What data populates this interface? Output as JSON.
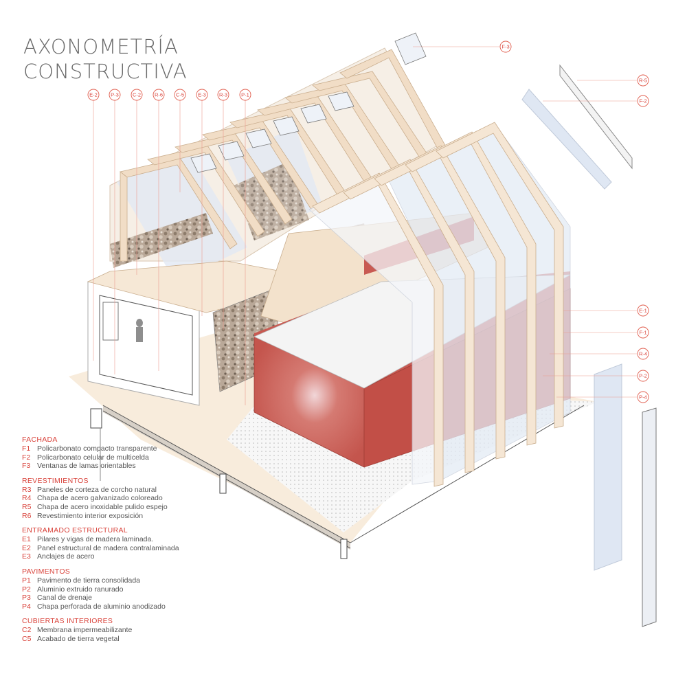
{
  "title": {
    "line1": "AXONOMETRÍA",
    "line2": "CONSTRUCTIVA"
  },
  "colors": {
    "accent": "#d9423a",
    "red_volume": "#c85a52",
    "timber": "#f1ddc6",
    "polycarbonate": "#dfe7f3"
  },
  "top_tags": [
    "E-2",
    "P-3",
    "C-2",
    "R-6",
    "C-5",
    "E-3",
    "R-3",
    "P-1"
  ],
  "right_tags": [
    "F-3",
    "R-5",
    "F-2",
    "E-1",
    "F-1",
    "R-4",
    "P-2",
    "P-4"
  ],
  "legend": [
    {
      "heading": "FACHADA",
      "items": [
        {
          "code": "F1",
          "text": "Policarbonato compacto transparente"
        },
        {
          "code": "F2",
          "text": "Policarbonato celular de multicelda"
        },
        {
          "code": "F3",
          "text": "Ventanas de lamas orientables"
        }
      ]
    },
    {
      "heading": "REVESTIMIENTOS",
      "items": [
        {
          "code": "R3",
          "text": "Paneles de corteza de corcho natural"
        },
        {
          "code": "R4",
          "text": "Chapa de acero galvanizado coloreado"
        },
        {
          "code": "R5",
          "text": "Chapa de acero inoxidable pulido espejo"
        },
        {
          "code": "R6",
          "text": "Revestimiento interior exposición"
        }
      ]
    },
    {
      "heading": "ENTRAMADO ESTRUCTURAL",
      "items": [
        {
          "code": "E1",
          "text": "Pilares y vigas de madera laminada."
        },
        {
          "code": "E2",
          "text": "Panel estructural de madera contralaminada"
        },
        {
          "code": "E3",
          "text": "Anclajes de acero"
        }
      ]
    },
    {
      "heading": "PAVIMENTOS",
      "items": [
        {
          "code": "P1",
          "text": "Pavimento de tierra consolidada"
        },
        {
          "code": "P2",
          "text": "Aluminio extruido ranurado"
        },
        {
          "code": "P3",
          "text": "Canal de drenaje"
        },
        {
          "code": "P4",
          "text": "Chapa perforada de aluminio anodizado"
        }
      ]
    },
    {
      "heading": "CUBIERTAS INTERIORES",
      "items": [
        {
          "code": "C2",
          "text": "Membrana impermeabilizante"
        },
        {
          "code": "C5",
          "text": "Acabado de tierra vegetal"
        }
      ]
    }
  ]
}
